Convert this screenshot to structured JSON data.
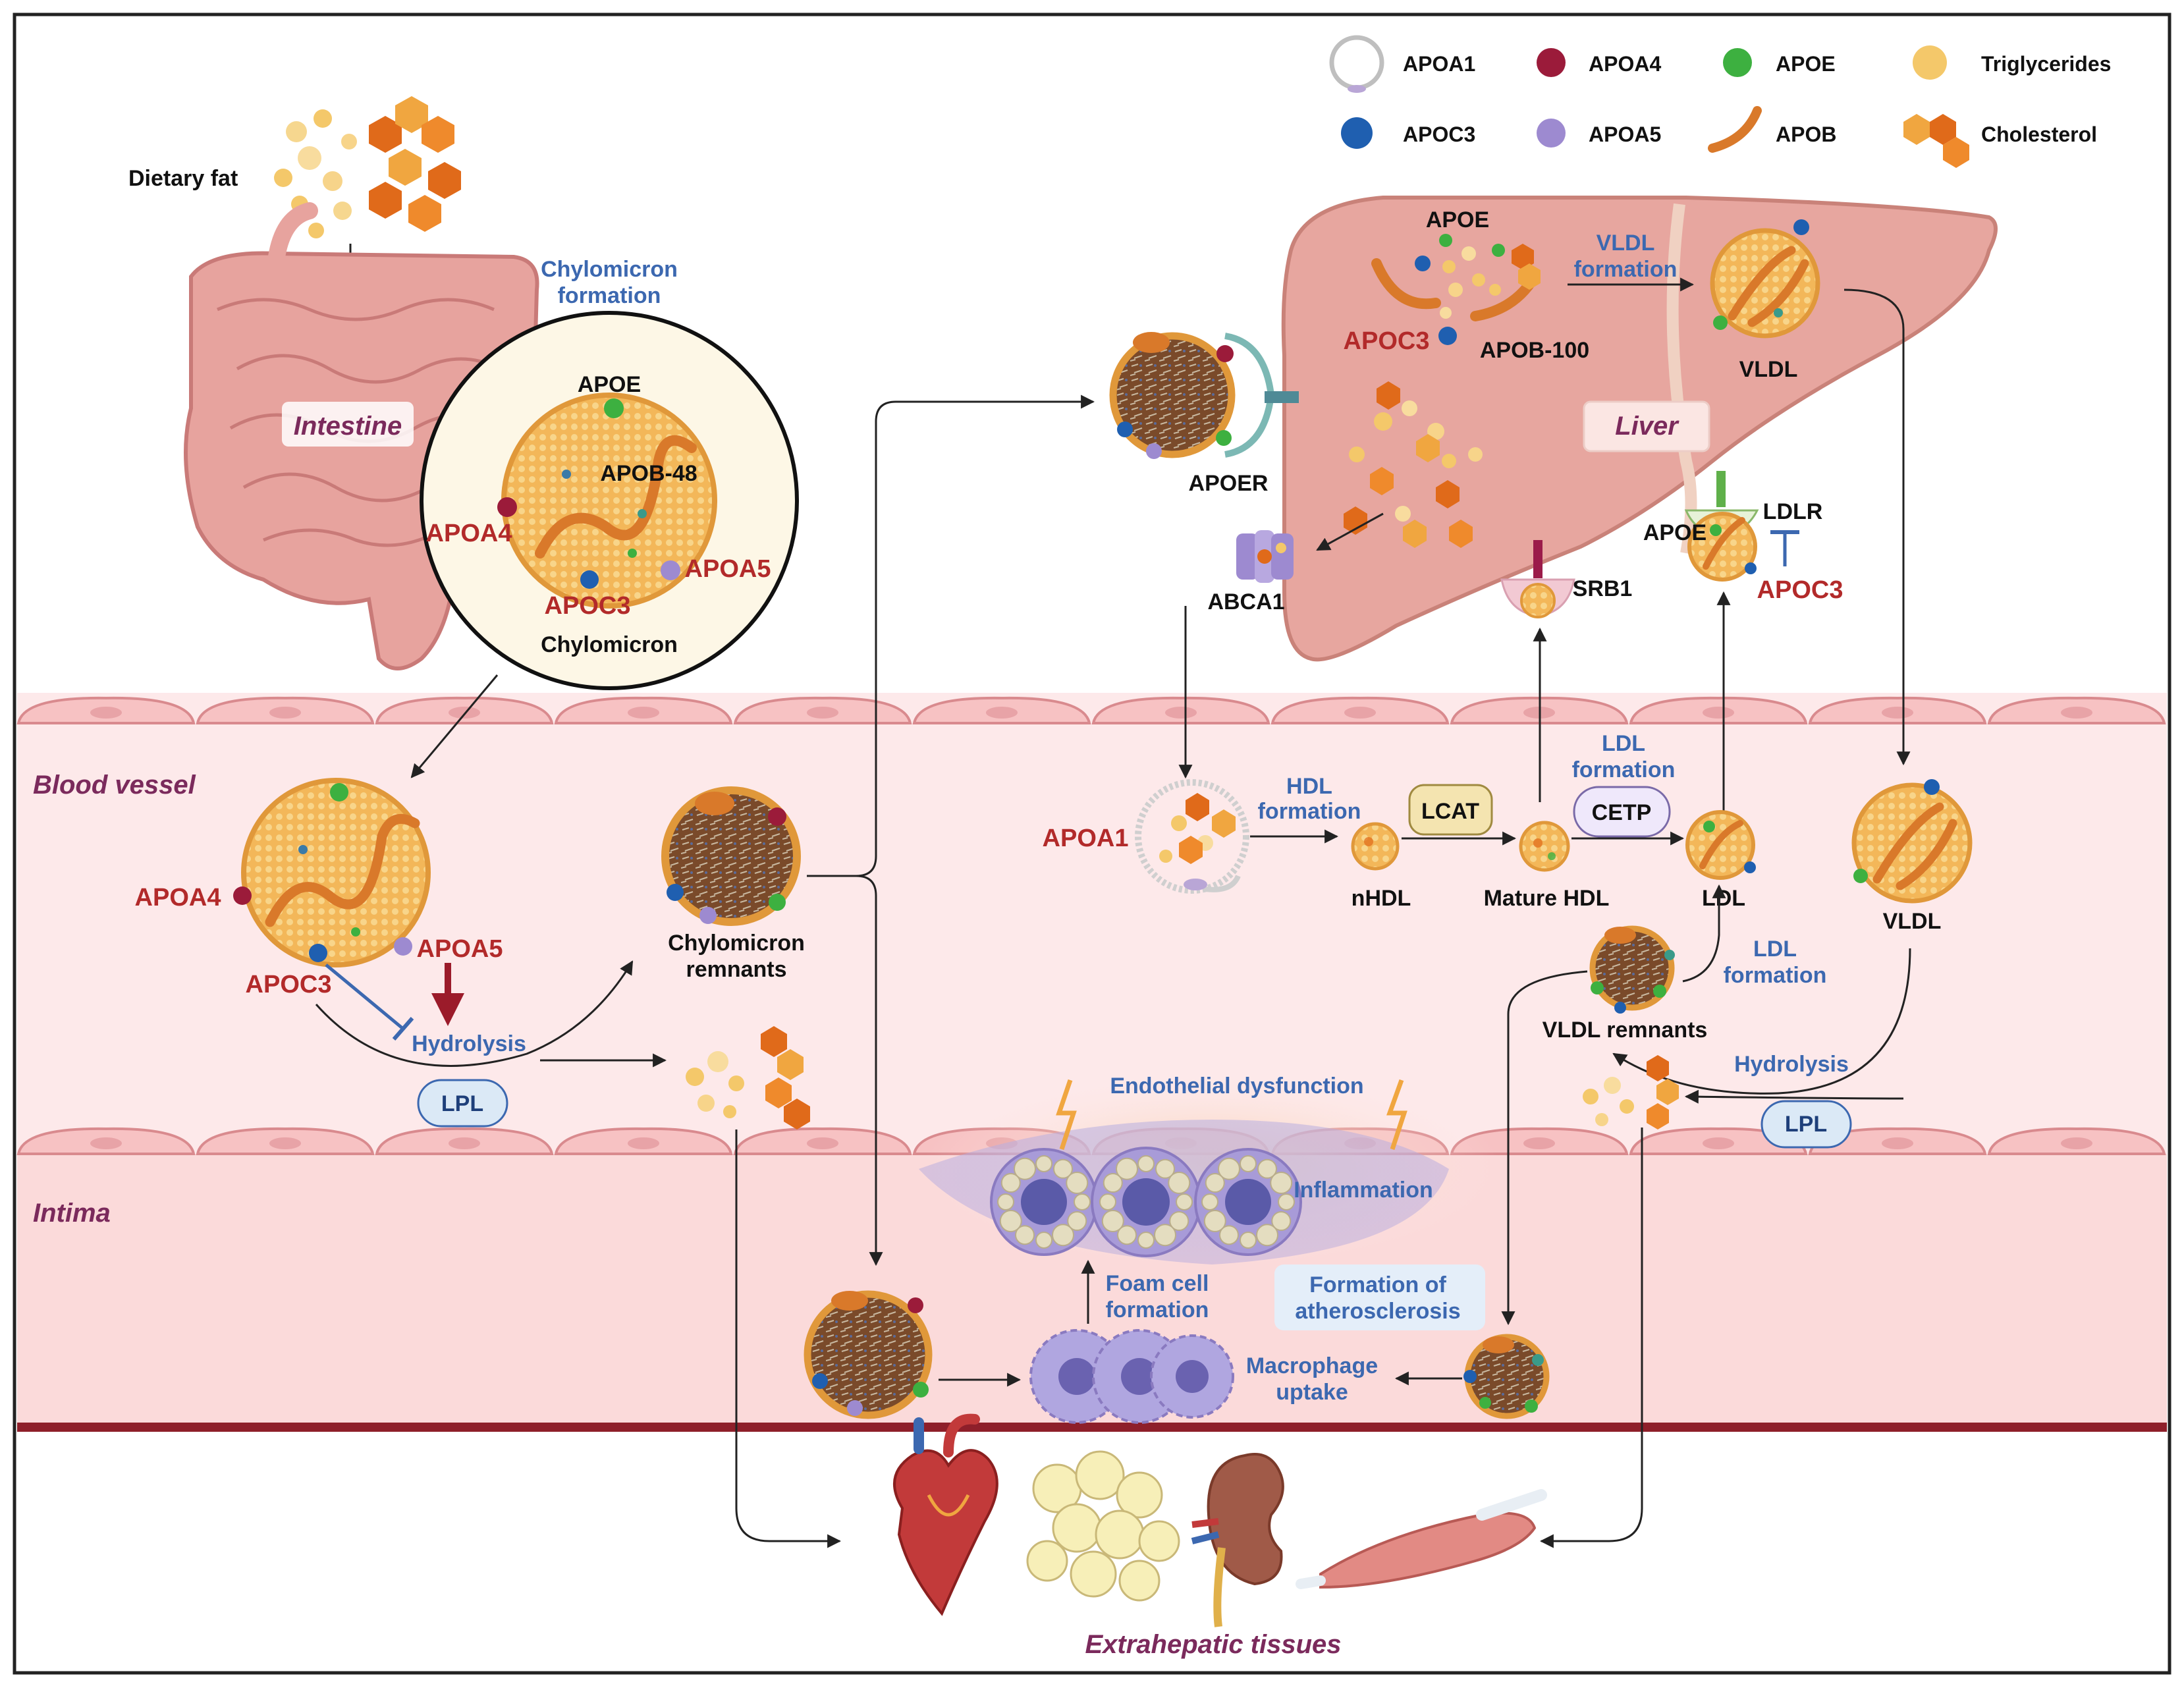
{
  "colors": {
    "apoa4": "#9b1b3a",
    "apoc3": "#1f5fb0",
    "apoa5": "#9d8ad0",
    "apoe": "#3db040",
    "apob": "#d9792a",
    "cholesterol": "#e87a1e",
    "triglycerides": "#f4c86a",
    "label_red": "#b22a2a",
    "label_blue": "#3c68b0",
    "region_label": "#7b2a5c",
    "vessel_bg": "#fde9ea",
    "intima_bg": "#fbdada",
    "liver": "#e7a69f"
  },
  "legend": {
    "items": [
      {
        "icon": "ring-icon",
        "label": "APOA1"
      },
      {
        "icon": "apoa4-dot-icon",
        "label": "APOA4"
      },
      {
        "icon": "apoe-dot-icon",
        "label": "APOE"
      },
      {
        "icon": "triglyceride-dot-icon",
        "label": "Triglycerides"
      },
      {
        "icon": "apoc3-dot-icon",
        "label": "APOC3"
      },
      {
        "icon": "apoa5-dot-icon",
        "label": "APOA5"
      },
      {
        "icon": "apob-ribbon-icon",
        "label": "APOB"
      },
      {
        "icon": "cholesterol-hexagon-icon",
        "label": "Cholesterol"
      }
    ]
  },
  "regions": {
    "intestine": "Intestine",
    "liver": "Liver",
    "blood_vessel": "Blood vessel",
    "intima": "Intima",
    "extrahepatic": "Extrahepatic tissues"
  },
  "intestine": {
    "dietary_fat": "Dietary fat",
    "chylomicron_formation": [
      "Chylomicron",
      "formation"
    ],
    "apoe": "APOE",
    "apob48": "APOB-48",
    "apoa4": "APOA4",
    "apoa5": "APOA5",
    "apoc3": "APOC3",
    "chylomicron": "Chylomicron"
  },
  "blood": {
    "apoa4": "APOA4",
    "apoa5": "APOA5",
    "apoc3": "APOC3",
    "hydrolysis": "Hydrolysis",
    "lpl": "LPL",
    "chylomicron_remnants": [
      "Chylomicron",
      "remnants"
    ],
    "apoa1": "APOA1",
    "hdl_formation": [
      "HDL",
      "formation"
    ],
    "lcat": "LCAT",
    "cetp": "CETP",
    "ldl_formation_top": [
      "LDL",
      "formation"
    ],
    "nhdl": "nHDL",
    "mature_hdl": "Mature HDL",
    "ldl": "LDL",
    "vldl": "VLDL",
    "ldl_formation_bottom": [
      "LDL",
      "formation"
    ],
    "vldl_remnants": "VLDL remnants",
    "hydrolysis_right": "Hydrolysis",
    "lpl_right": "LPL"
  },
  "liver": {
    "apoe": "APOE",
    "vldl_formation": [
      "VLDL",
      "formation"
    ],
    "apoc3": "APOC3",
    "apob100": "APOB-100",
    "vldl": "VLDL",
    "apoer": "APOER",
    "abca1": "ABCA1",
    "srb1": "SRB1",
    "ldlr": "LDLR",
    "apoe_receptor": "APOE",
    "apoc3_inhibit": "APOC3"
  },
  "intima": {
    "endothelial_dysfunction": "Endothelial dysfunction",
    "inflammation": "Inflammation",
    "foam_cell_formation": [
      "Foam cell",
      "formation"
    ],
    "formation_of_atherosclerosis": [
      "Formation of",
      "atherosclerosis"
    ],
    "macrophage_uptake": [
      "Macrophage",
      "uptake"
    ]
  }
}
